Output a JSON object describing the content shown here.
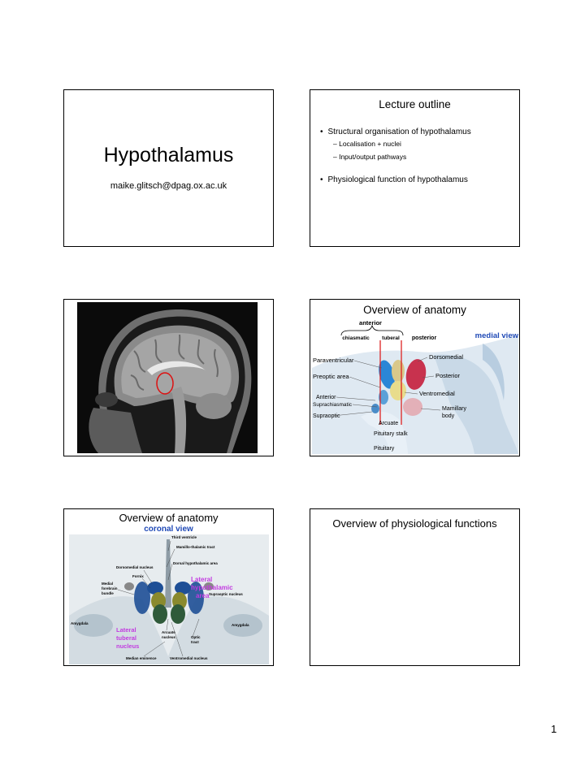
{
  "slide1": {
    "title": "Hypothalamus",
    "email": "maike.glitsch@dpag.ox.ac.uk"
  },
  "slide2": {
    "title": "Lecture outline",
    "bullet_char": "•",
    "items": [
      {
        "text": "Structural organisation of hypothalamus",
        "subitems": [
          "– Localisation + nuclei",
          "– Input/output pathways"
        ]
      },
      {
        "text": "Physiological function of hypothalamus",
        "subitems": []
      }
    ]
  },
  "slide3": {
    "image": "sagittal-mri-brain"
  },
  "slide4": {
    "title": "Overview of anatomy",
    "anterior": "anterior",
    "chiasmatic": "chiasmatic",
    "tuberal": "tuberal",
    "posterior": "posterior",
    "view": "medial view",
    "labels": {
      "paraventricular": "Paraventricular",
      "preoptic": "Preoptic area",
      "anterior_nucleus": "Anterior",
      "suprachiasmatic": "Suprachiasmatic",
      "supraoptic": "Supraoptic",
      "dorsomedial": "Dorsomedial",
      "posterior_nucleus": "Posterior",
      "ventromedial": "Ventromedial",
      "mamillary": "Mamillary",
      "mamillary2": "body",
      "arcuate": "Arcuate",
      "stalk": "Pituitary stalk",
      "pituitary": "Pituitary"
    },
    "colors": {
      "paraventricular": "#2b86d6",
      "dorsomedial": "#c8324e",
      "ventromedial": "#e8dc8c",
      "anterior": "#d9c88a",
      "mamillary": "#e3b0b8",
      "divider": "#d22"
    }
  },
  "slide5": {
    "title": "Overview of anatomy",
    "subtitle": "coronal view",
    "labels": {
      "third_ventricle": "Third ventricle",
      "mamillo": "Mamillo-thalamic tract",
      "dorsal_area": "Dorsal hypothalamic area",
      "dorsomedial": "Dorsomedial nucleus",
      "fornix": "Fornix",
      "medial1": "Medial",
      "medial2": "forebrain",
      "medial3": "bundle",
      "lateral1": "Lateral",
      "lateral2": "hypothalamic",
      "lateral3": "area",
      "supraoptic": "Supraoptic nucleus",
      "amygdala_l": "Amygdala",
      "amygdala_r": "Amygdala",
      "tuberal1": "Lateral",
      "tuberal2": "tuberal",
      "tuberal3": "nucleus",
      "arcuate1": "Arcuate",
      "arcuate2": "nucleus",
      "optic1": "Optic",
      "optic2": "tract",
      "median": "Median eminence",
      "ventromedial": "Ventromedial nucleus"
    },
    "colors": {
      "subtitle": "#1f49b6",
      "lateral": "#c23be0",
      "blue_nucleus": "#1e4f96",
      "olive_nucleus": "#8a8a2e",
      "green_nucleus": "#2f5a3a"
    }
  },
  "slide6": {
    "title": "Overview of physiological functions"
  },
  "page_number": "1"
}
